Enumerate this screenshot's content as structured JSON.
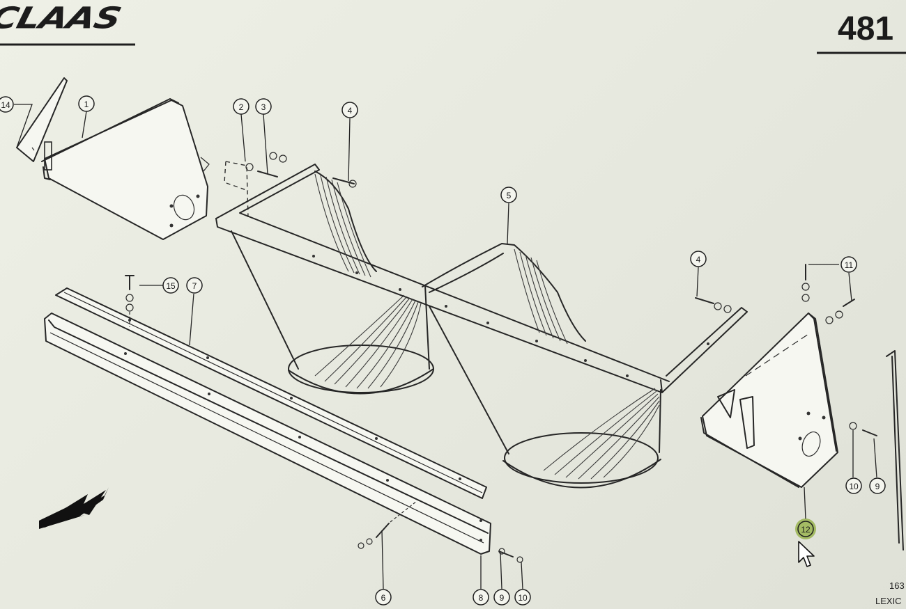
{
  "header": {
    "brand": "CLAAS",
    "page_number": "481"
  },
  "footer": {
    "code_fragment": "163",
    "model_fragment": "LEXIC"
  },
  "callouts": [
    {
      "id": "c14",
      "label": "14"
    },
    {
      "id": "c1",
      "label": "1"
    },
    {
      "id": "c2",
      "label": "2"
    },
    {
      "id": "c3",
      "label": "3"
    },
    {
      "id": "c4a",
      "label": "4"
    },
    {
      "id": "c5",
      "label": "5"
    },
    {
      "id": "c4b",
      "label": "4"
    },
    {
      "id": "c11",
      "label": "11"
    },
    {
      "id": "c15",
      "label": "15"
    },
    {
      "id": "c7",
      "label": "7"
    },
    {
      "id": "c10a",
      "label": "10"
    },
    {
      "id": "c9a",
      "label": "9"
    },
    {
      "id": "c12",
      "label": "12"
    },
    {
      "id": "c6",
      "label": "6"
    },
    {
      "id": "c8",
      "label": "8"
    },
    {
      "id": "c9b",
      "label": "9"
    },
    {
      "id": "c10b",
      "label": "10"
    }
  ],
  "icons": {
    "direction_arrow": "arrow-icon",
    "cursor": "mouse-pointer-icon"
  },
  "colors": {
    "paper": "#eceee4",
    "ink": "#262626",
    "highlight": "#8fae3c"
  }
}
